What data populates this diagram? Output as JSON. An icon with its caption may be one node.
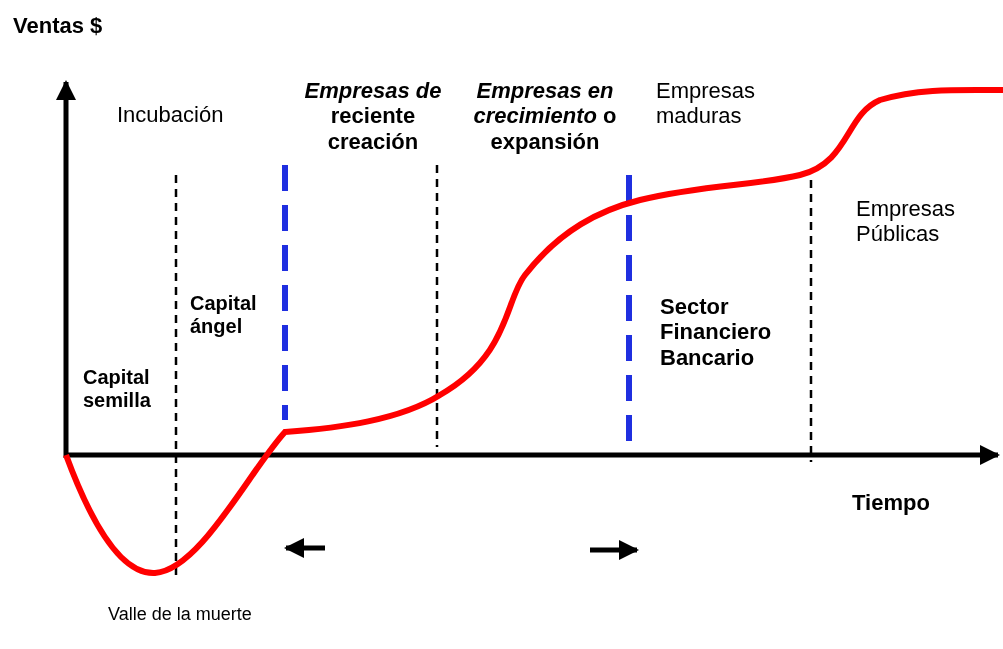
{
  "diagram": {
    "labels": [
      "Ventas $",
      "Incubación",
      "*Empresas de* reciente creación",
      "*Empresas en crecimiento* o expansión",
      "Empresas maduras",
      "Empresas Públicas",
      "Capital ángel",
      "Capital semilla",
      "Sector Financiero Bancario",
      "Tiempo",
      "Valle de la muerte"
    ]
  }
}
